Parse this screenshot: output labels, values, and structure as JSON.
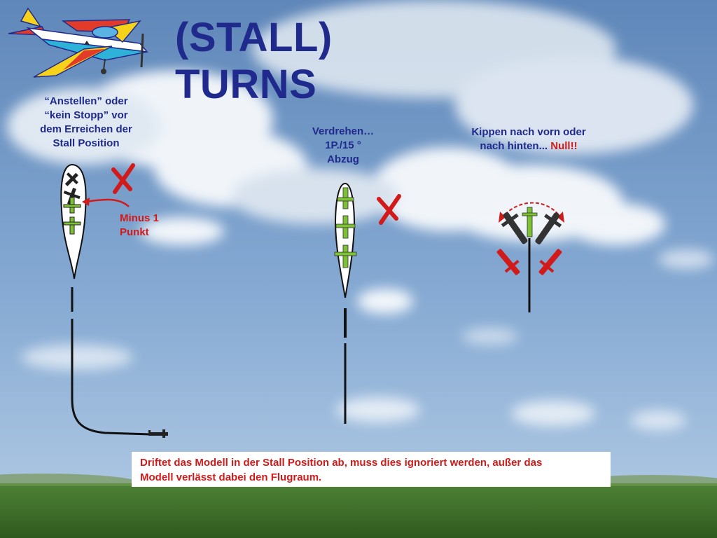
{
  "title": "(STALL) TURNS",
  "labels": {
    "stall_top": [
      "“Anstellen” oder",
      "“kein Stopp” vor",
      "dem Erreichen der",
      "Stall Position"
    ],
    "minus": [
      "Minus 1",
      "Punkt"
    ],
    "verdrehen": [
      "Verdrehen…",
      "1P./15 °",
      "Abzug"
    ],
    "kippen_line1": "Kippen nach vorn oder",
    "kippen_line2_prefix": "nach hinten... ",
    "kippen_null": "Null!!"
  },
  "note": {
    "line1": "Driftet das Modell in der Stall Position ab, muss dies ignoriert werden, außer das",
    "line2": "Modell verlässt dabei den Flugraum."
  },
  "colors": {
    "title": "#1f2a8c",
    "error_red": "#d11a1a",
    "plane_green": "#7dc234",
    "ground_green": "#3b6d27"
  }
}
